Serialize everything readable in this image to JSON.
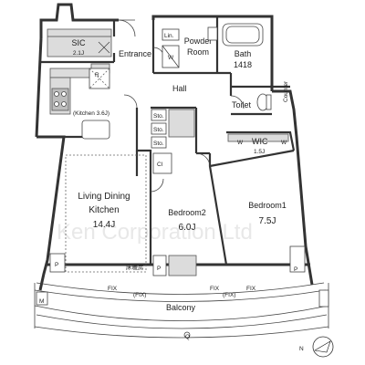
{
  "rooms": {
    "sic": "SIC",
    "sic_size": "2.1J",
    "entrance": "Entrance",
    "lin": "Lin.",
    "w_mark": "W",
    "powder": "Powder",
    "powder2": "Room",
    "bath": "Bath",
    "bath_size": "1418",
    "hall": "Hall",
    "toilet": "Toilet",
    "counter": "Counter",
    "r_mark": "R",
    "kitchen": "(Kitchen 3.6J)",
    "sto": "Sto.",
    "wic": "WIC",
    "wic_size": "1.5J",
    "ldk1": "Living Dining",
    "ldk2": "Kitchen",
    "ldk_size": "14.4J",
    "floor_heat": "床暖房",
    "bedroom2": "Bedroom2",
    "bedroom2_size": "6.0J",
    "bedroom1": "Bedroom1",
    "bedroom1_size": "7.5J",
    "p_mark": "P",
    "m_mark": "M",
    "fix": "FIX",
    "fix_paren": "(FIX)",
    "balcony": "Balcony",
    "q_mark": "Q",
    "ct_mark": "Cl"
  },
  "watermark": "Ken Corporation Ltd",
  "compass": {
    "label": "N",
    "icon": "compass-icon"
  }
}
